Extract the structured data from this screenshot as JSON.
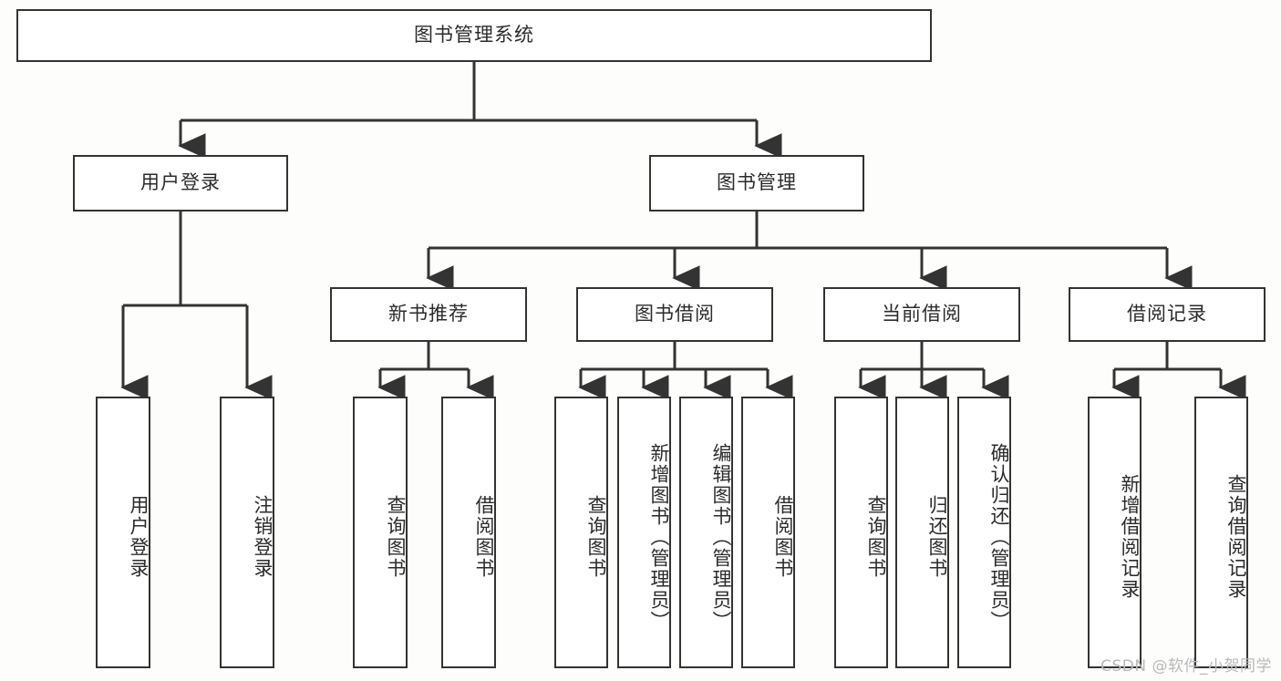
{
  "diagram": {
    "title_node": {
      "label": "图书管理系统"
    },
    "level2": [
      {
        "id": "user-login",
        "label": "用户登录"
      },
      {
        "id": "book-management",
        "label": "图书管理"
      }
    ],
    "level3": [
      {
        "id": "new-book-recommend",
        "label": "新书推荐"
      },
      {
        "id": "book-borrow",
        "label": "图书借阅"
      },
      {
        "id": "current-borrow",
        "label": "当前借阅"
      },
      {
        "id": "borrow-record",
        "label": "借阅记录"
      }
    ],
    "leaves": {
      "user_login": [
        {
          "id": "leaf-user-login",
          "label": "用户登录"
        },
        {
          "id": "leaf-user-logout",
          "label": "注销登录"
        }
      ],
      "new_book_recommend": [
        {
          "id": "leaf-query-book-1",
          "label": "查询图书"
        },
        {
          "id": "leaf-borrow-book-1",
          "label": "借阅图书"
        }
      ],
      "book_borrow": [
        {
          "id": "leaf-query-book-2",
          "label": "查询图书"
        },
        {
          "id": "leaf-add-book",
          "label": "新增图书（管理员）"
        },
        {
          "id": "leaf-edit-book",
          "label": "编辑图书（管理员）"
        },
        {
          "id": "leaf-borrow-book-2",
          "label": "借阅图书"
        }
      ],
      "current_borrow": [
        {
          "id": "leaf-query-book-3",
          "label": "查询图书"
        },
        {
          "id": "leaf-return-book",
          "label": "归还图书"
        },
        {
          "id": "leaf-confirm-return",
          "label": "确认归还（管理员）"
        }
      ],
      "borrow_record": [
        {
          "id": "leaf-add-record",
          "label": "新增借阅记录"
        },
        {
          "id": "leaf-query-record",
          "label": "查询借阅记录"
        }
      ]
    },
    "watermark": "CSDN @软件_小贺同学",
    "colors": {
      "stroke": "#333333",
      "node_fill": "#ffffff",
      "text": "#2b2b2b",
      "watermark": "#b9b9b9"
    }
  }
}
